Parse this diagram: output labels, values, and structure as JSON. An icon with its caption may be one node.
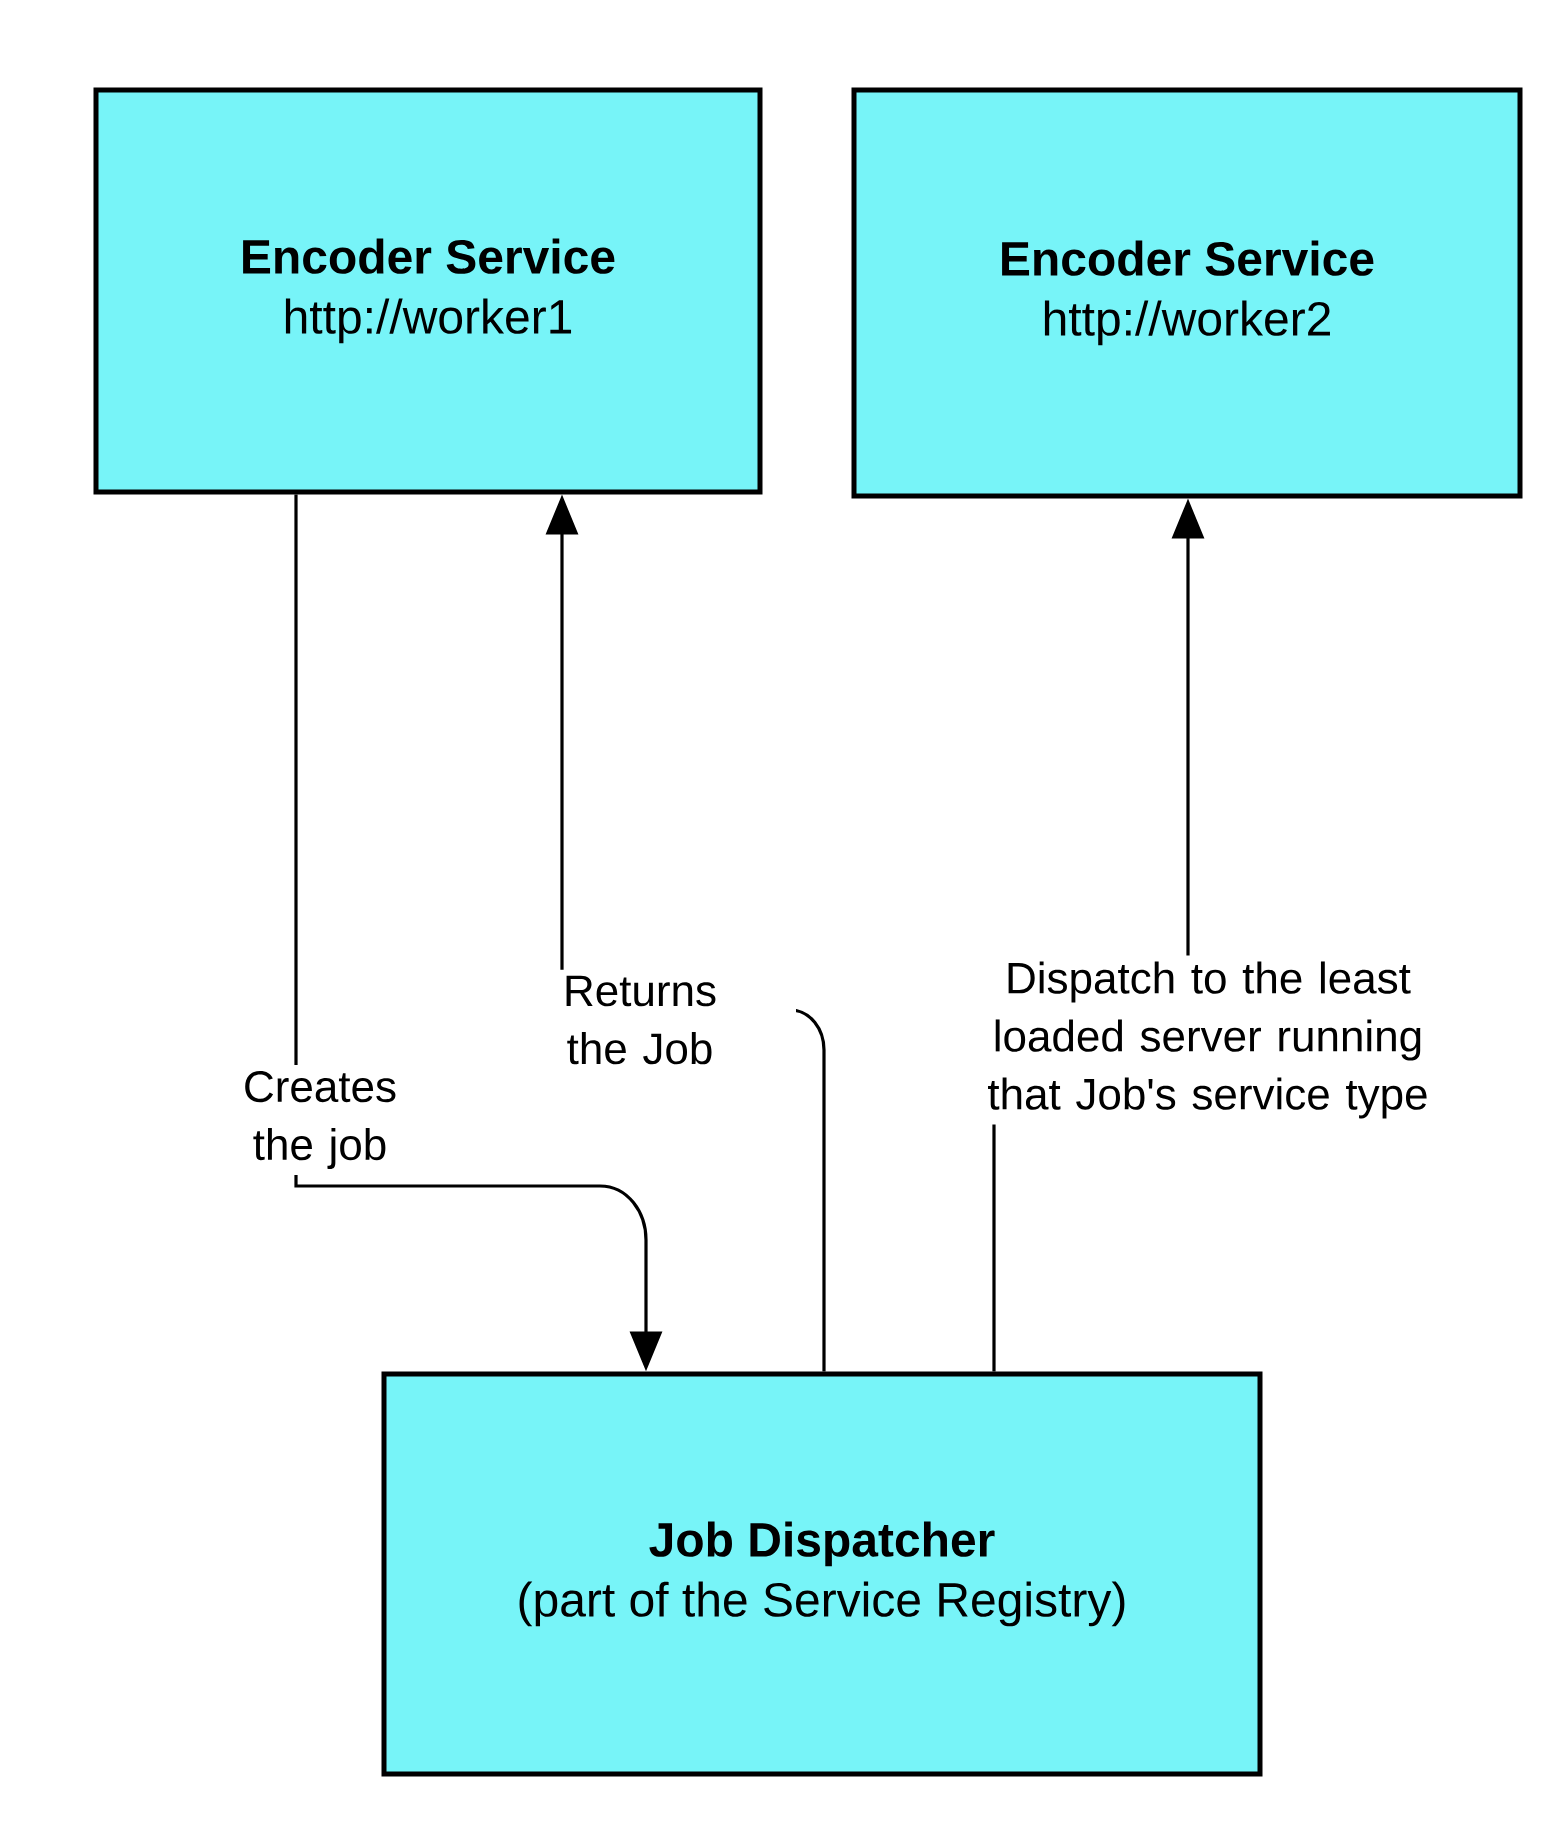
{
  "diagram": {
    "nodes": [
      {
        "text": [
          "Encoder Service",
          "http://worker1"
        ]
      },
      {
        "text": [
          "Encoder Service",
          "http://worker2"
        ]
      },
      {
        "text": [
          "Job Dispatcher",
          "(part of the Service Registry)"
        ]
      }
    ],
    "edges": [
      {
        "from": 0,
        "to": 2,
        "arrow": "to",
        "label": "Creates the job"
      },
      {
        "from": 2,
        "to": 0,
        "arrow": "to",
        "label": "Returns the Job"
      },
      {
        "from": 2,
        "to": 1,
        "arrow": "to",
        "label": "Dispatch to the least loaded server running that Job's service type"
      }
    ]
  }
}
